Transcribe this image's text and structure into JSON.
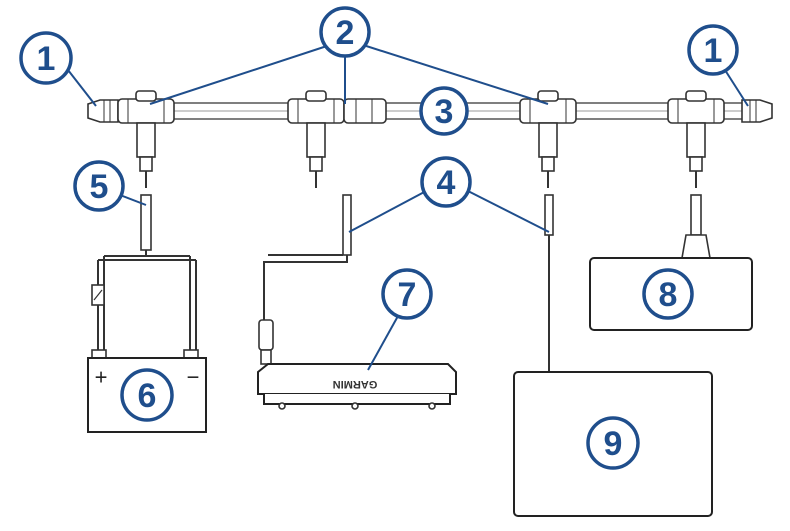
{
  "callouts": {
    "terminator_left": "1",
    "terminator_right": "1",
    "t_connectors": "2",
    "backbone": "3",
    "drop_cables": "4",
    "power_cable": "5",
    "battery": "6",
    "gps_device": "7",
    "nmea_device": "8",
    "chartplotter": "9"
  },
  "battery": {
    "plus": "+",
    "minus": "−"
  },
  "gps_device": {
    "logo": "GARMIN"
  },
  "colors": {
    "callout": "#1f4e8c",
    "line": "#333333"
  }
}
